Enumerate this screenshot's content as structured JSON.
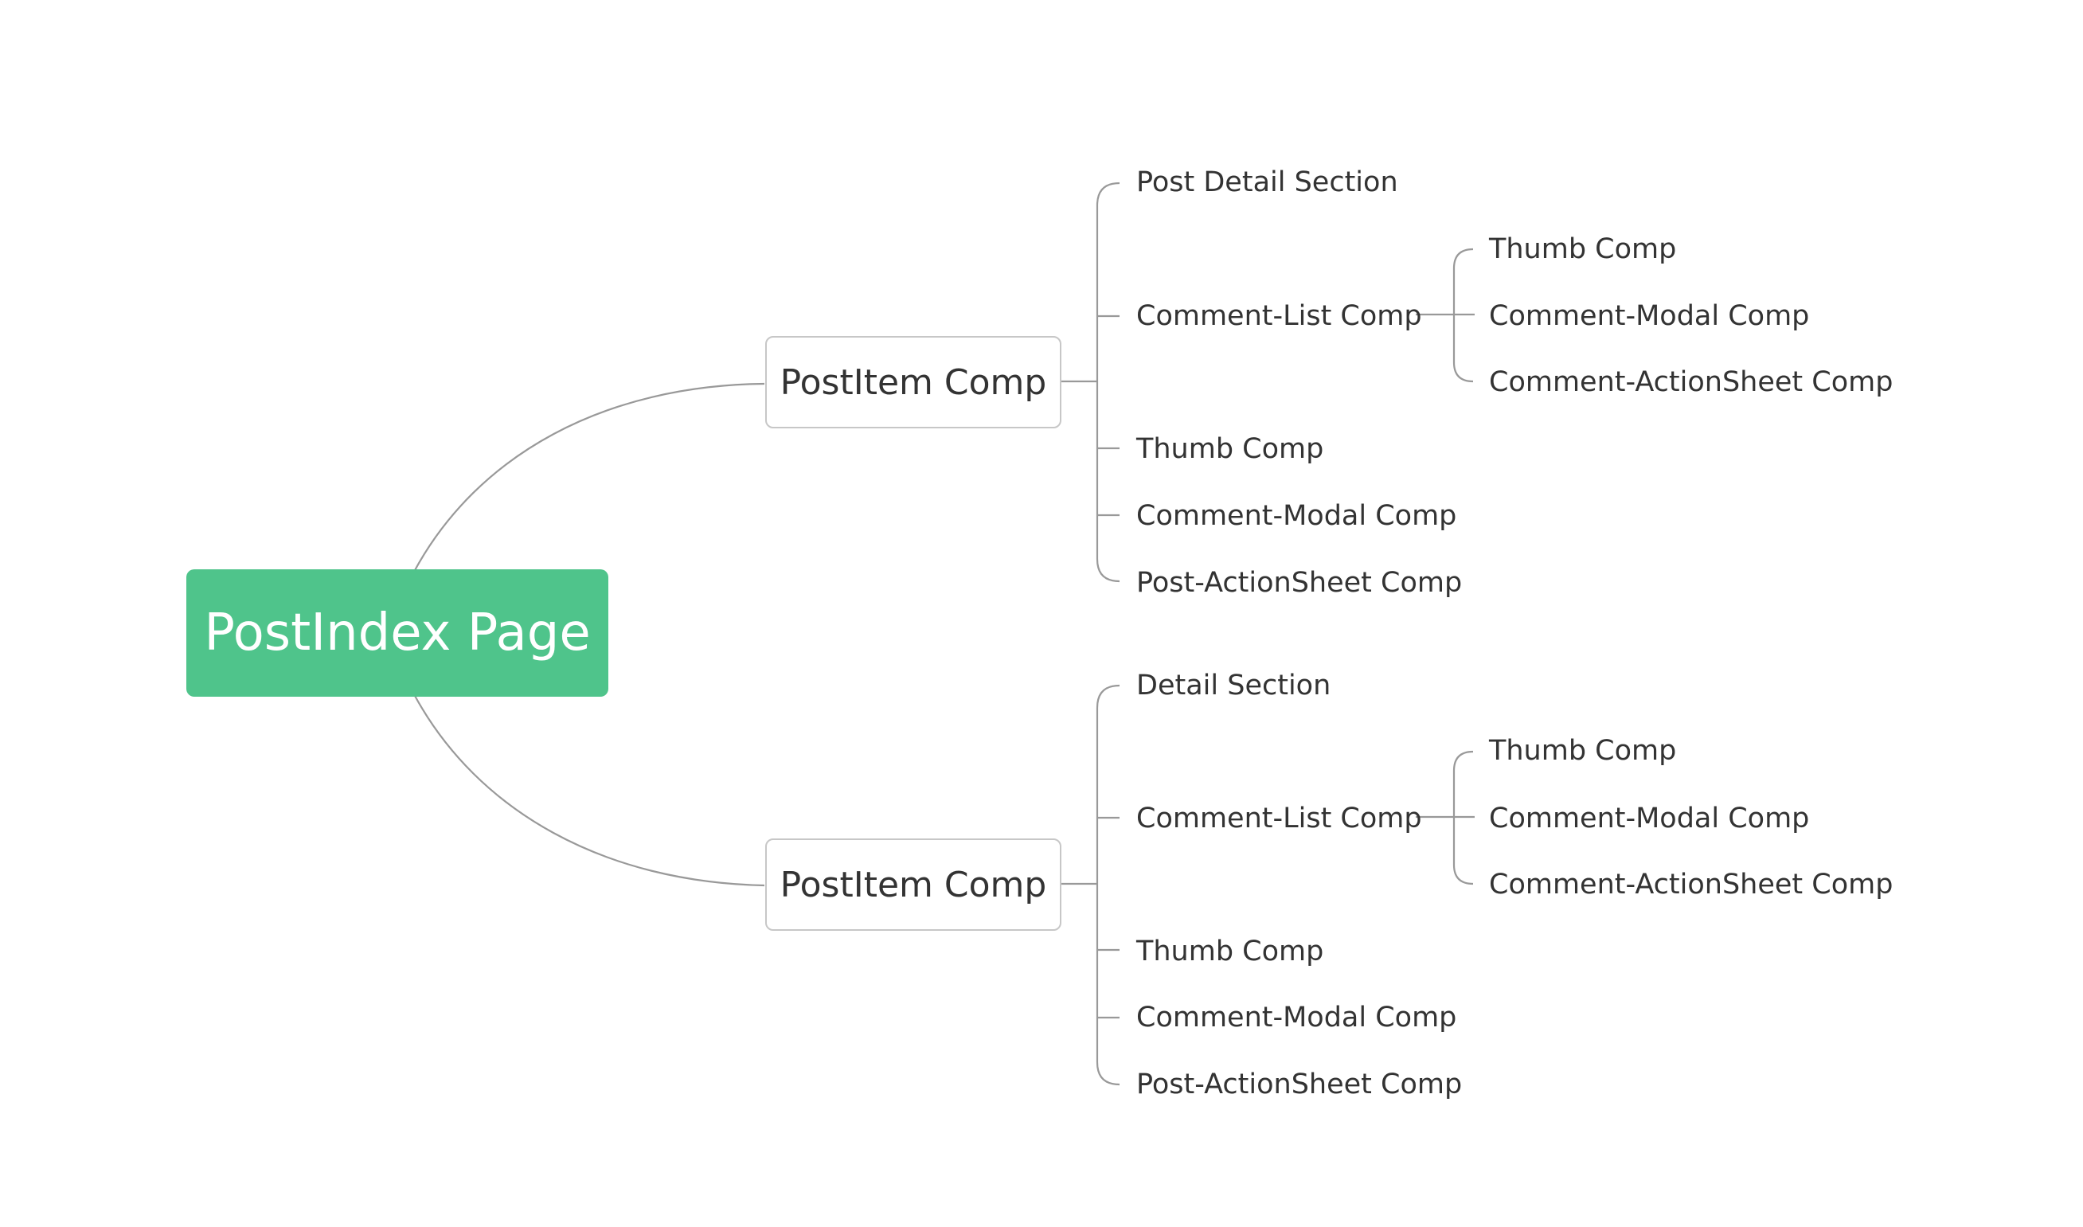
{
  "colors": {
    "root_fill": "#4fc48b",
    "root_text": "#ffffff",
    "node_border": "#c7c7c7",
    "line": "#999999",
    "text": "#333333"
  },
  "root": {
    "label": "PostIndex Page"
  },
  "branches": [
    {
      "label": "PostItem Comp",
      "children": [
        {
          "label": "Post Detail Section"
        },
        {
          "label": "Comment-List Comp",
          "children": [
            {
              "label": "Thumb Comp"
            },
            {
              "label": "Comment-Modal Comp"
            },
            {
              "label": "Comment-ActionSheet Comp"
            }
          ]
        },
        {
          "label": "Thumb Comp"
        },
        {
          "label": "Comment-Modal Comp"
        },
        {
          "label": "Post-ActionSheet Comp"
        }
      ]
    },
    {
      "label": "PostItem Comp",
      "children": [
        {
          "label": "Detail Section"
        },
        {
          "label": "Comment-List Comp",
          "children": [
            {
              "label": "Thumb Comp"
            },
            {
              "label": "Comment-Modal Comp"
            },
            {
              "label": "Comment-ActionSheet Comp"
            }
          ]
        },
        {
          "label": "Thumb Comp"
        },
        {
          "label": "Comment-Modal Comp"
        },
        {
          "label": "Post-ActionSheet Comp"
        }
      ]
    }
  ]
}
